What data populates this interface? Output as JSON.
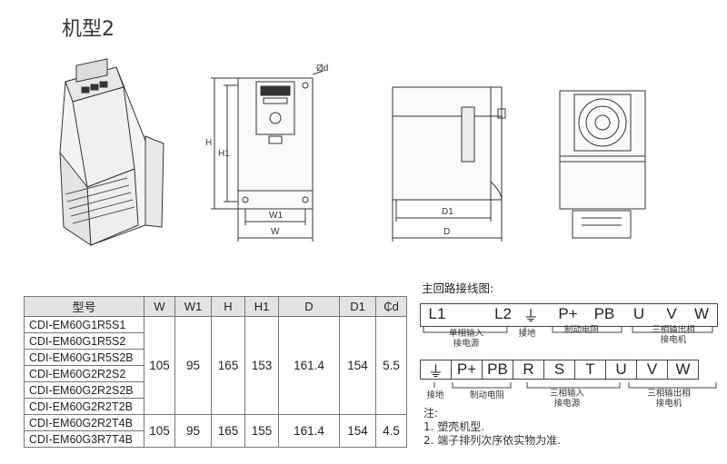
{
  "title": "机型2",
  "dimensions": {
    "d_phi": "Ød",
    "h": "H",
    "h1": "H1",
    "w1": "W1",
    "w": "W",
    "d1": "D1",
    "d": "D"
  },
  "table": {
    "headers": [
      "型号",
      "W",
      "W1",
      "H",
      "H1",
      "D",
      "D1",
      "₵d"
    ],
    "groups": [
      {
        "models": [
          "CDI-EM60G1R5S1",
          "CDI-EM60G1R5S2",
          "CDI-EM60G1R5S2B",
          "CDI-EM60G2R2S2",
          "CDI-EM60G2R2S2B",
          "CDI-EM60G2R2T2B"
        ],
        "values": [
          "105",
          "95",
          "165",
          "153",
          "161.4",
          "154",
          "5.5"
        ]
      },
      {
        "models": [
          "CDI-EM60G2R2T4B",
          "CDI-EM60G3R7T4B"
        ],
        "values": [
          "105",
          "95",
          "165",
          "155",
          "161.4",
          "154",
          "4.5"
        ]
      }
    ]
  },
  "wiring": {
    "title": "主回路接线图:",
    "row1": {
      "terminals": [
        "L1",
        "L2",
        "⏚",
        "P+",
        "PB",
        "U",
        "V",
        "W"
      ],
      "labels": [
        "单相输入\n接电源",
        "接地",
        "制动电阻",
        "三相输出相\n接电机"
      ]
    },
    "row2": {
      "terminals": [
        "⏚",
        "P+",
        "PB",
        "R",
        "S",
        "T",
        "U",
        "V",
        "W"
      ],
      "labels": [
        "接地",
        "制动电阻",
        "三相输入\n接电源",
        "三相输出相\n接电机"
      ]
    }
  },
  "notes": {
    "heading": "注:",
    "items": [
      "1. 塑壳机型.",
      "2. 端子排列次序依实物为准."
    ]
  }
}
